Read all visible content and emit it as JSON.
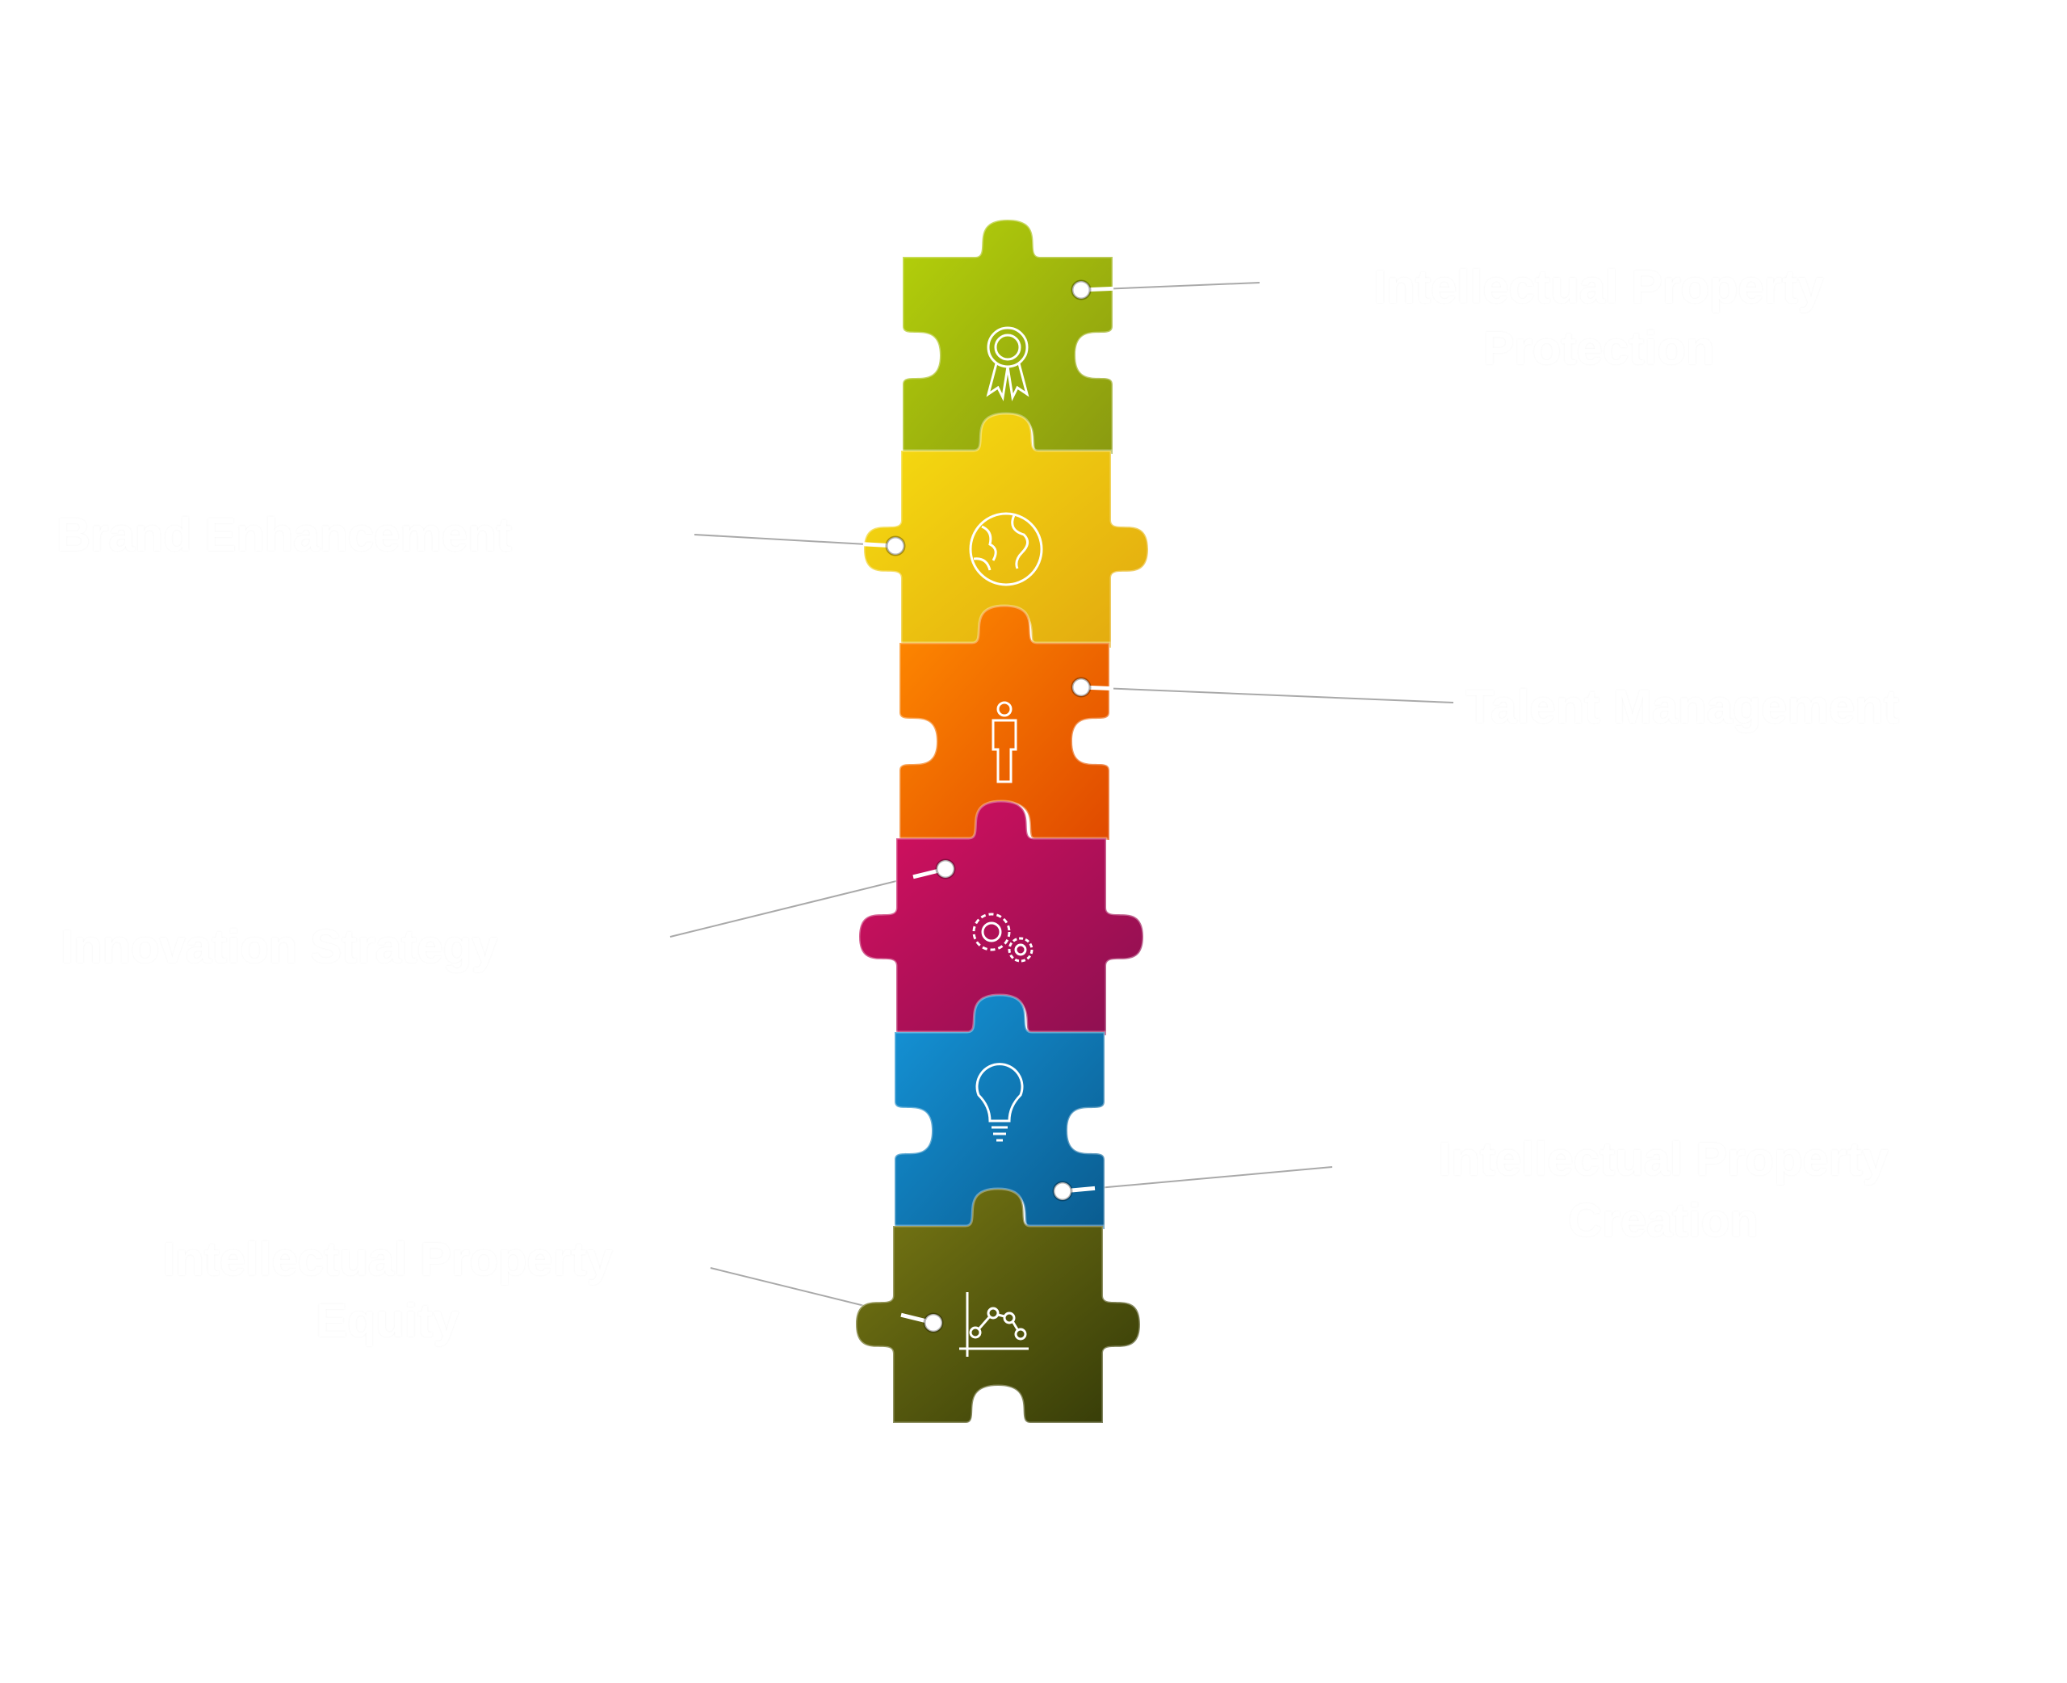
{
  "pieces": [
    {
      "label_line1": "Intellectual Property",
      "label_line2": "Protection",
      "icon": "award-ribbon-icon",
      "color_a": "#b5d20a",
      "color_b": "#8a9a10"
    },
    {
      "label_line1": "Brand Enhancement",
      "label_line2": "",
      "icon": "globe-icon",
      "color_a": "#f7df10",
      "color_b": "#e2a810"
    },
    {
      "label_line1": "Talent Management",
      "label_line2": "",
      "icon": "person-icon",
      "color_a": "#ff8a00",
      "color_b": "#e04a00"
    },
    {
      "label_line1": "Innovation Strategy",
      "label_line2": "",
      "icon": "gears-icon",
      "color_a": "#d81060",
      "color_b": "#8a1050"
    },
    {
      "label_line1": "Intellectual Property",
      "label_line2": "Creation",
      "icon": "lightbulb-icon",
      "color_a": "#1594d8",
      "color_b": "#0a5c90"
    },
    {
      "label_line1": "Intellectual Property",
      "label_line2": "Equity",
      "icon": "line-chart-icon",
      "color_a": "#7a7a14",
      "color_b": "#343a08"
    }
  ]
}
